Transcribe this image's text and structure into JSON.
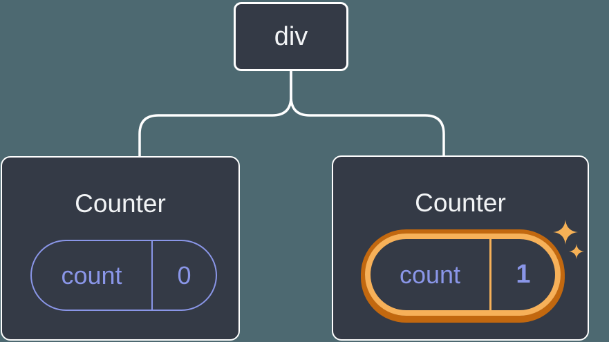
{
  "tree": {
    "root": {
      "label": "div"
    },
    "children": [
      {
        "title": "Counter",
        "highlighted": false,
        "state": {
          "key": "count",
          "value": "0"
        }
      },
      {
        "title": "Counter",
        "highlighted": true,
        "state": {
          "key": "count",
          "value": "1"
        }
      }
    ]
  },
  "colors": {
    "background": "#4d6971",
    "card_fill": "#343a46",
    "card_border": "#ffffff",
    "text_light": "#f2f4f6",
    "state_purple": "#8a96e8",
    "highlight_orange_light": "#f7b159",
    "highlight_orange_dark": "#c2680f",
    "sparkle": "#f6b156"
  }
}
